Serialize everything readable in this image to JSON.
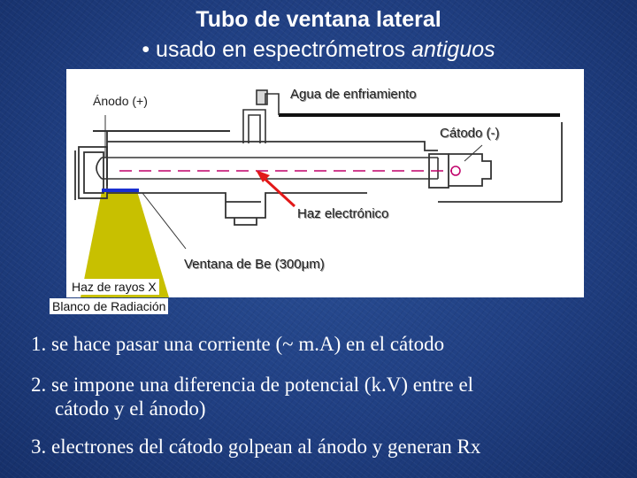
{
  "title": {
    "line1": "Tubo de ventana lateral",
    "line2_prefix": "• usado en espectrómetros ",
    "line2_emph": "antiguos"
  },
  "diagram": {
    "labels": {
      "anode": "Ánodo (+)",
      "cooling_water": "Agua de enfriamiento",
      "cathode": "Cátodo (-)",
      "electron_beam": "Haz electrónico",
      "be_window": "Ventana de Be (300μm)",
      "xray_beam": "Haz de rayos X",
      "target": "Blanco de Radiación"
    },
    "colors": {
      "xray_cone": "#c8c000",
      "arrow": "#e21818",
      "electron_path": "#c0006a",
      "window": "#1a2fd0"
    }
  },
  "list": [
    {
      "num": "1.",
      "text": "se hace pasar una corriente (~ m.A) en el cátodo",
      "cont": ""
    },
    {
      "num": "2.",
      "text": "se impone una diferencia de potencial (k.V) entre el",
      "cont": "cátodo y el ánodo)"
    },
    {
      "num": "3.",
      "text": "electrones del cátodo golpean al ánodo y generan Rx",
      "cont": ""
    }
  ]
}
